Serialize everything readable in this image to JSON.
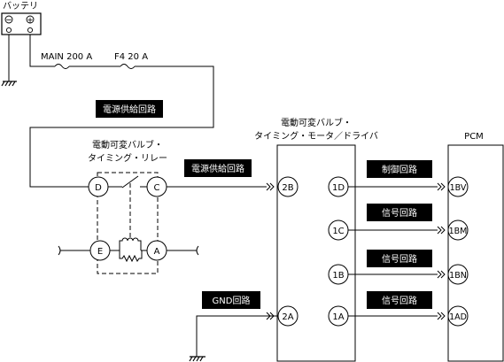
{
  "battery": {
    "label": "バッテリ",
    "minus": "−",
    "plus": "+"
  },
  "fuses": {
    "main": "MAIN 200 A",
    "f4": "F4 20 A"
  },
  "relay": {
    "title_line1": "電動可変バルブ・",
    "title_line2": "タイミング・リレー",
    "pins": {
      "d": "D",
      "c": "C",
      "e": "E",
      "a": "A"
    }
  },
  "driver": {
    "title_line1": "電動可変バルブ・",
    "title_line2": "タイミング・モータ／ドライバ",
    "pins": {
      "p2b": "2B",
      "p2a": "2A",
      "p1d": "1D",
      "p1c": "1C",
      "p1b": "1B",
      "p1a": "1A"
    }
  },
  "pcm": {
    "title": "PCM",
    "pins": {
      "p1bv": "1BV",
      "p1bm": "1BM",
      "p1bn": "1BN",
      "p1ad": "1AD"
    }
  },
  "circuit_labels": {
    "power_supply_top": "電源供給回路",
    "power_supply_mid": "電源供給回路",
    "gnd": "GND回路",
    "control": "制御回路",
    "signal1": "信号回路",
    "signal2": "信号回路",
    "signal3": "信号回路"
  }
}
